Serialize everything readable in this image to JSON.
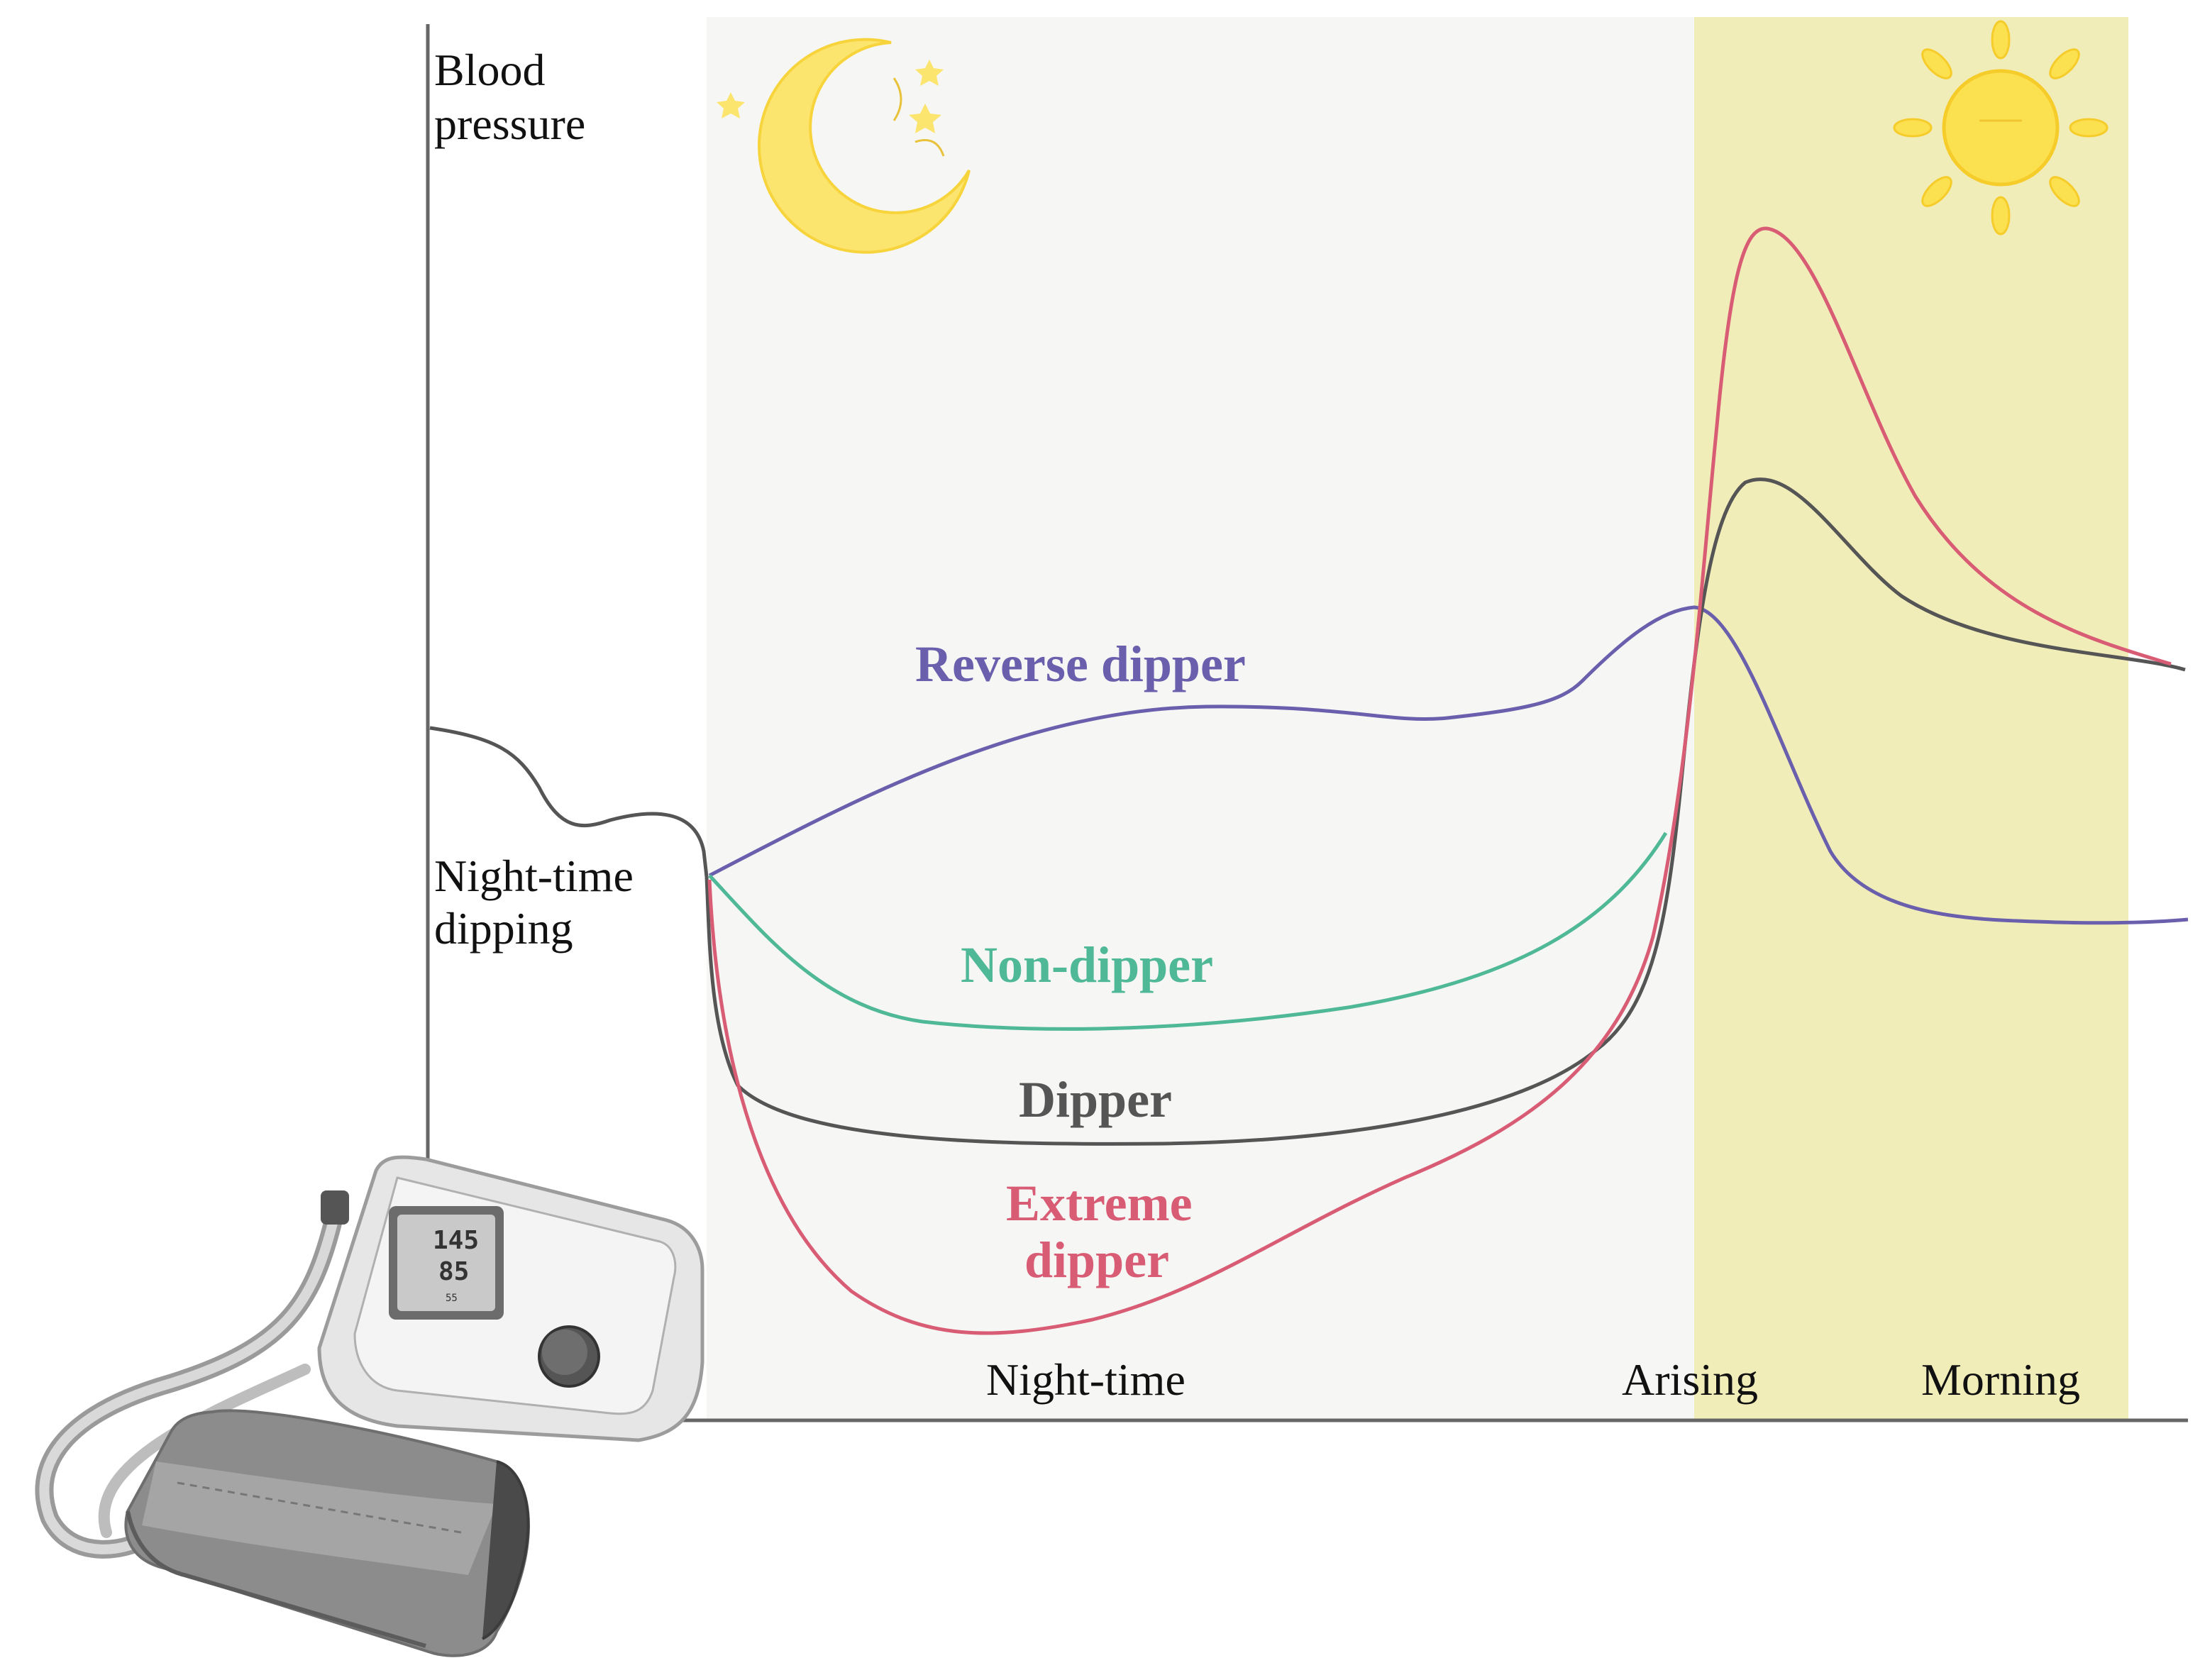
{
  "axes": {
    "y_label_line1": "Blood",
    "y_label_line2": "pressure"
  },
  "annotations": {
    "dipping_line1": "Night-time",
    "dipping_line2": "dipping"
  },
  "periods": {
    "night": "Night-time",
    "arising": "Arising",
    "morning": "Morning"
  },
  "curves": {
    "reverse_dipper": {
      "label": "Reverse dipper",
      "color": "#6a5fad"
    },
    "non_dipper": {
      "label": "Non-dipper",
      "color": "#4fb897"
    },
    "dipper": {
      "label": "Dipper",
      "color": "#555555"
    },
    "extreme_dipper_line1": "Extreme",
    "extreme_dipper_line2": "dipper",
    "extreme_dipper_color": "#d95c75"
  },
  "monitor": {
    "systolic": "145",
    "diastolic": "85",
    "pulse": "55"
  },
  "colors": {
    "night_bg": "#f6f6f4",
    "morning_bg": "#f1edb9",
    "moon": "#fce56e",
    "sun": "#fbe04f"
  }
}
